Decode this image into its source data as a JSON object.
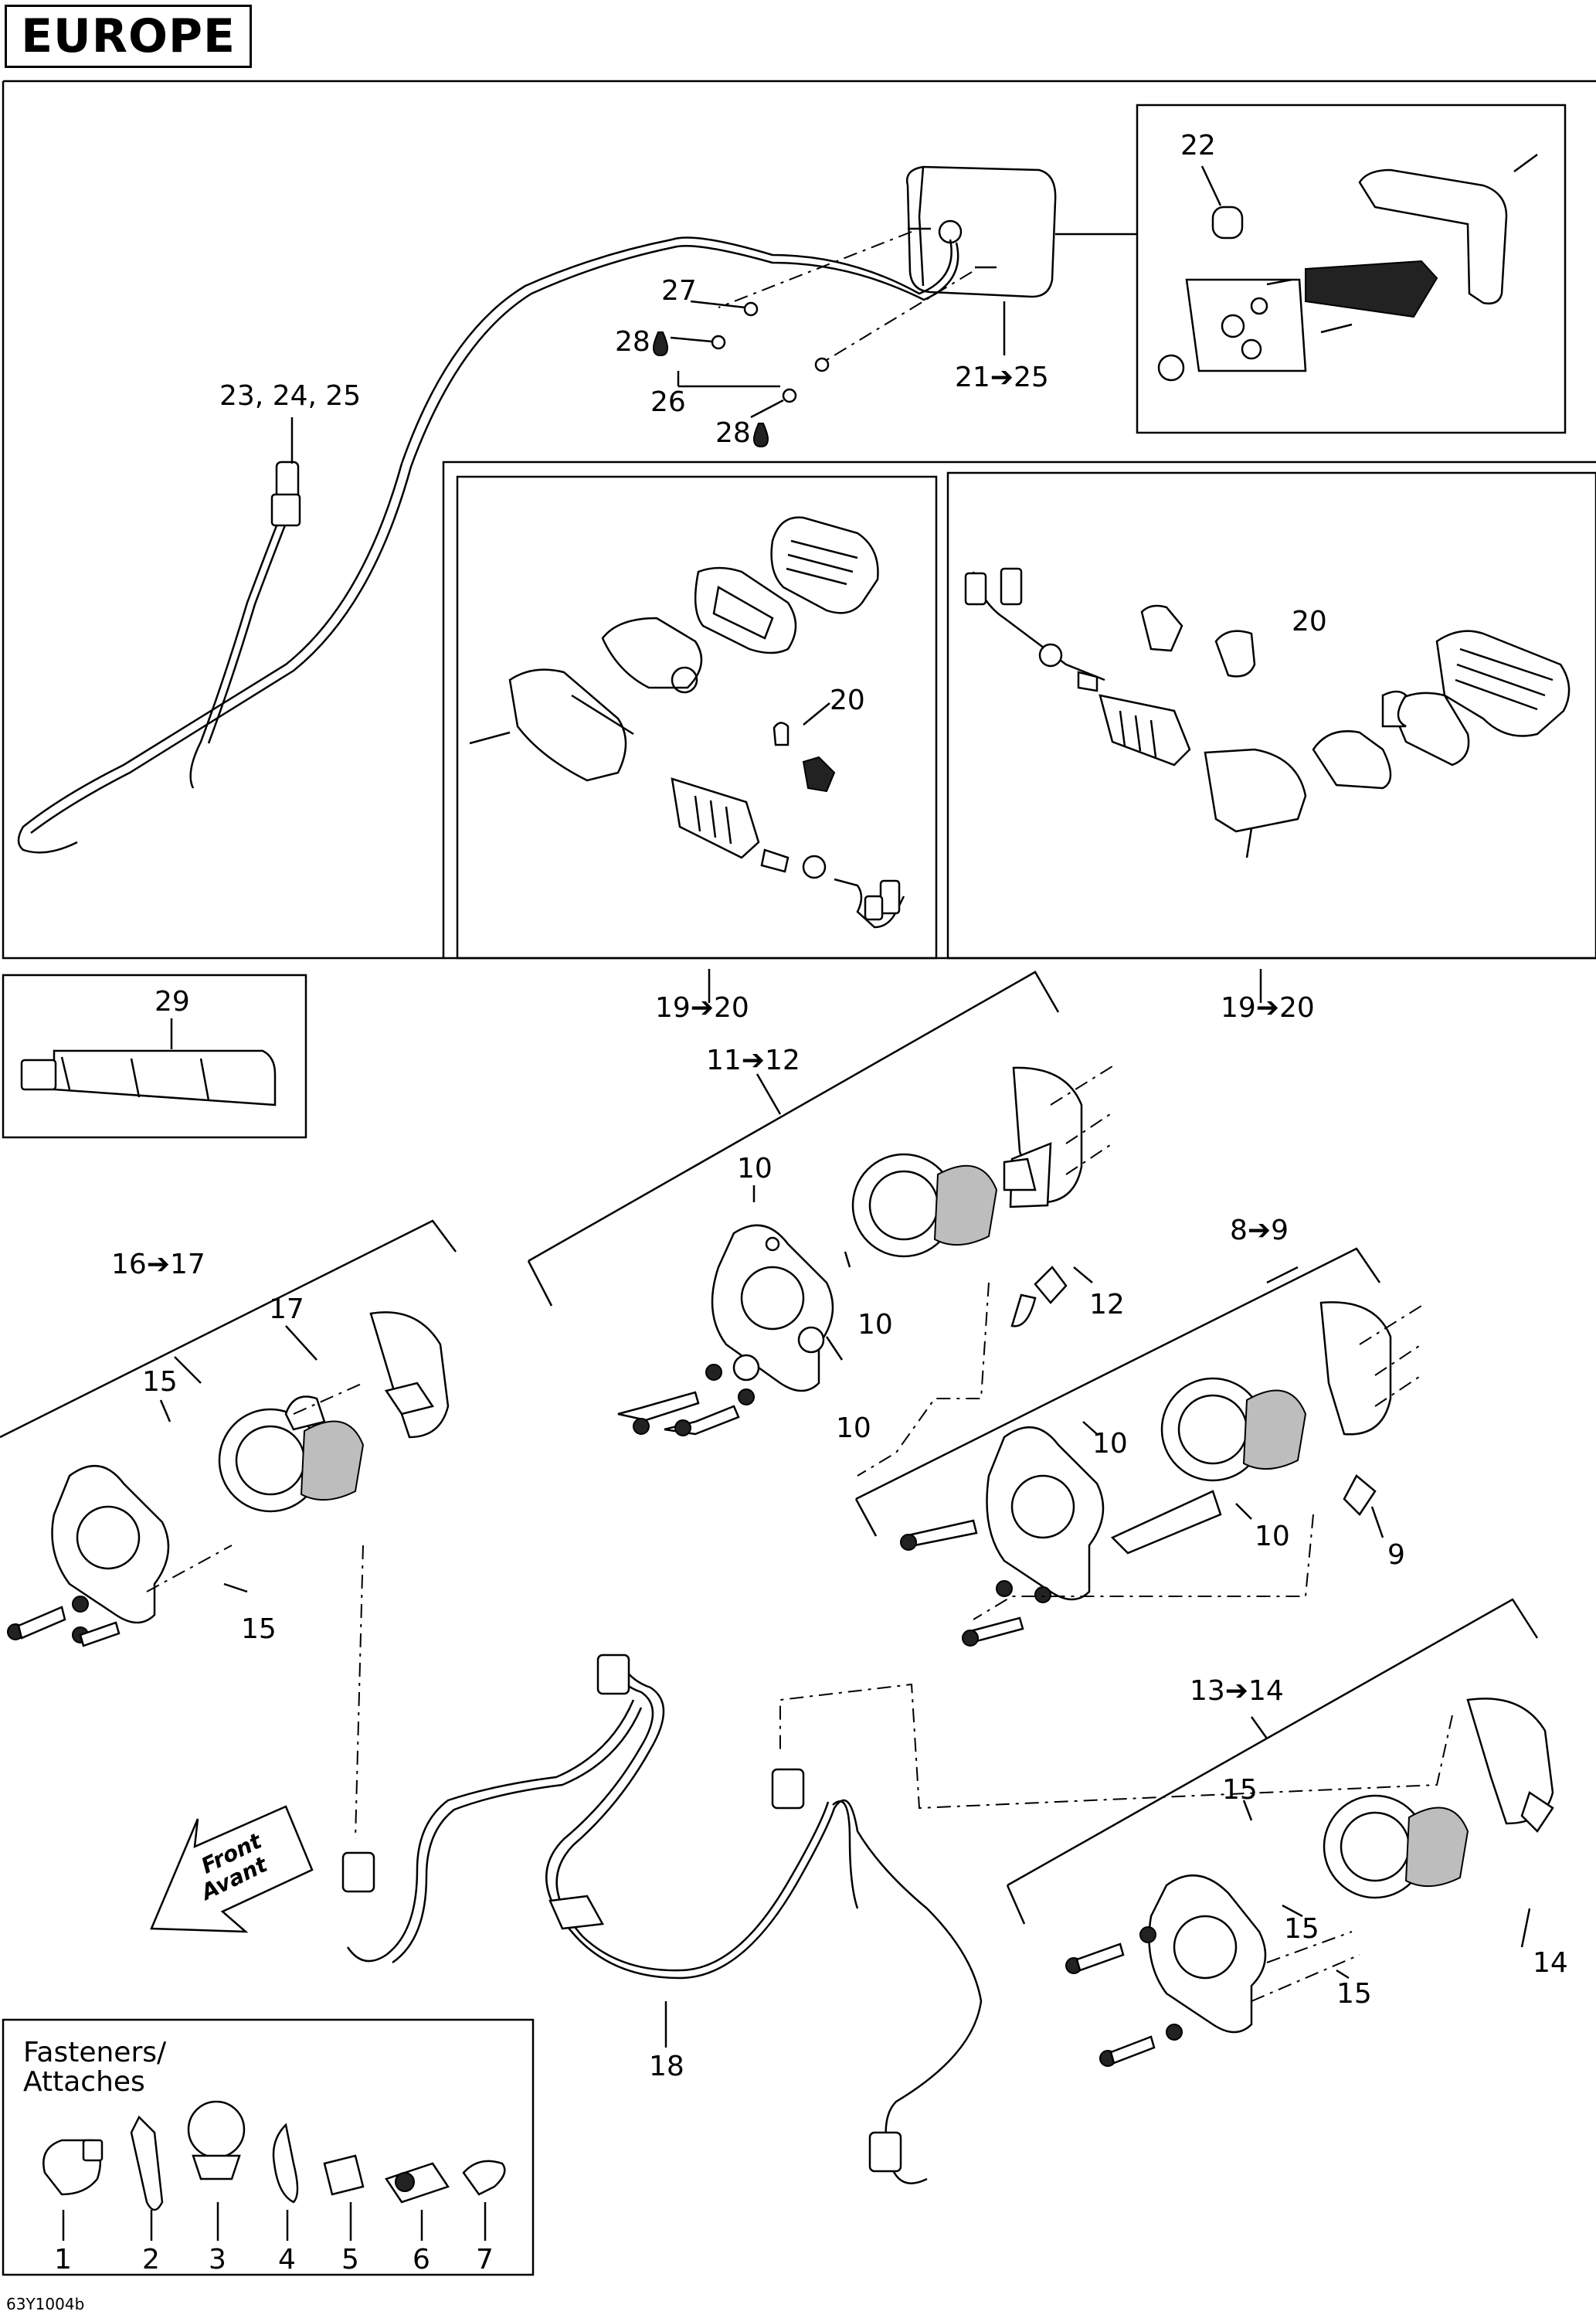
{
  "header": {
    "title": "EUROPE"
  },
  "footer": {
    "ref_code": "63Y1004b"
  },
  "callouts": {
    "c22": "22",
    "c27": "27",
    "c28a": "28",
    "c26": "26",
    "c28b": "28",
    "c21_25": "21➔25",
    "c23_24_25": "23, 24, 25",
    "c20_left": "20",
    "c20_right": "20",
    "c19_20_left": "19➔20",
    "c19_20_right": "19➔20",
    "c29": "29",
    "c11_12": "11➔12",
    "c10_a": "10",
    "c10_b": "10",
    "c10_c": "10",
    "c12": "12",
    "c8_9": "8➔9",
    "c10_d": "10",
    "c10_e": "10",
    "c9": "9",
    "c16_17": "16➔17",
    "c17": "17",
    "c15_a": "15",
    "c15_b": "15",
    "c13_14": "13➔14",
    "c15_c": "15",
    "c15_d": "15",
    "c15_e": "15",
    "c14": "14",
    "c18": "18"
  },
  "front_arrow": {
    "line1": "Front",
    "line2": "Avant"
  },
  "fasteners": {
    "title_line1": "Fasteners/",
    "title_line2": "Attaches",
    "items": [
      "1",
      "2",
      "3",
      "4",
      "5",
      "6",
      "7"
    ]
  }
}
